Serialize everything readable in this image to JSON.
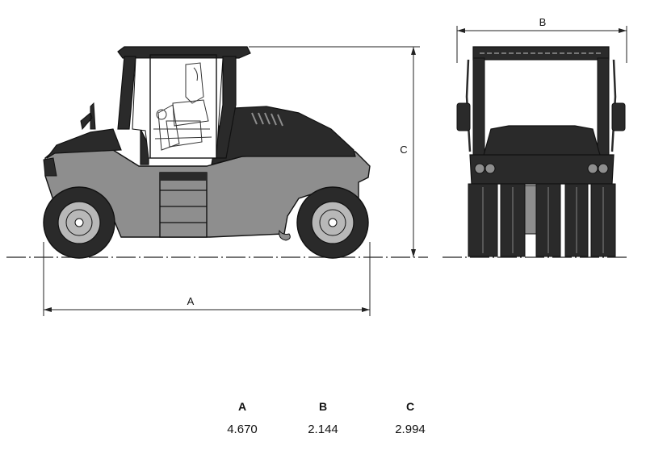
{
  "dimension_labels": {
    "a": "A",
    "b": "B",
    "c": "C"
  },
  "table": {
    "headers": [
      "A",
      "B",
      "C"
    ],
    "values": [
      "4.670",
      "2.144",
      "2.994"
    ]
  },
  "colors": {
    "body_fill": "#8e8e8e",
    "dark_fill": "#2a2a2a",
    "outline": "#111111",
    "cab_fill": "#ffffff"
  }
}
